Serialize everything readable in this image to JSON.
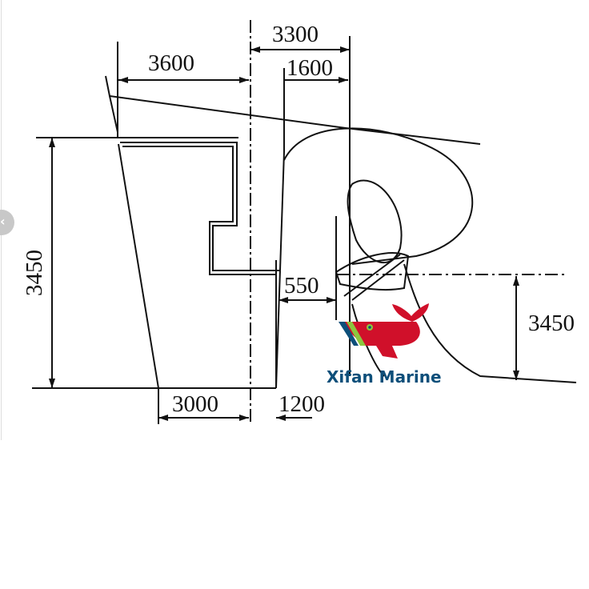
{
  "drawing": {
    "dimensions": {
      "top_total": "3300",
      "top_left": "3600",
      "top_right": "1600",
      "left_height": "3450",
      "right_height": "3450",
      "offset": "550",
      "bottom_left": "3000",
      "bottom_right": "1200"
    }
  },
  "watermark": {
    "brand": "Xifan Marine",
    "colors": {
      "red": "#d0102a",
      "blue": "#0d4f7a",
      "green": "#8cc63f"
    }
  },
  "gallery": {
    "prev_icon": "chevron-left-icon"
  }
}
